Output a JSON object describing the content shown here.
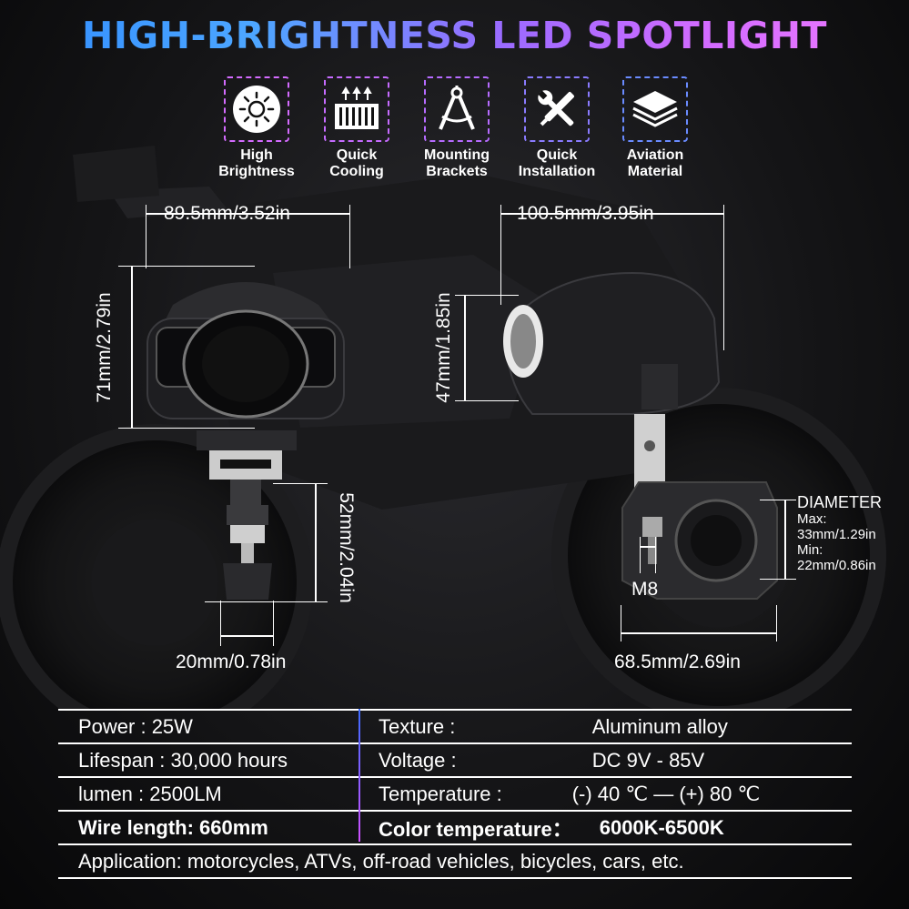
{
  "title": "HIGH-BRIGHTNESS LED SPOTLIGHT",
  "features": [
    {
      "icon": "sun-icon",
      "label": "High Brightness",
      "color": "#d46bff"
    },
    {
      "icon": "radiator-icon",
      "label": "Quick Cooling",
      "color": "#d46bff"
    },
    {
      "icon": "compass-icon",
      "label": "Mounting Brackets",
      "color": "#b66bff"
    },
    {
      "icon": "tools-icon",
      "label": "Quick Installation",
      "color": "#8a7bff"
    },
    {
      "icon": "layers-icon",
      "label": "Aviation Material",
      "color": "#6a8bff"
    }
  ],
  "dimensions": {
    "front_width": "89.5mm/3.52in",
    "front_height": "71mm/2.79in",
    "side_width": "100.5mm/3.95in",
    "side_height": "47mm/1.85in",
    "bracket_height": "52mm/2.04in",
    "bracket_width": "20mm/0.78in",
    "clamp_width": "68.5mm/2.69in",
    "bolt": "M8",
    "diameter_label": "DIAMETER",
    "diameter_max_label": "Max:",
    "diameter_max": "33mm/1.29in",
    "diameter_min_label": "Min:",
    "diameter_min": "22mm/0.86in"
  },
  "specs": {
    "power": "Power :  25W",
    "lifespan": "Lifespan : 30,000 hours",
    "lumen": "lumen :  2500LM",
    "wire": "Wire length: 660mm",
    "texture_label": "Texture :",
    "texture_value": "Aluminum alloy",
    "voltage_label": "Voltage :",
    "voltage_value": "DC 9V - 85V",
    "temp_label": "Temperature :",
    "temp_value": "(-) 40 ℃ — (+) 80 ℃",
    "color_temp_label": "Color temperature：",
    "color_temp_value": "6000K-6500K",
    "application": "Application: motorcycles, ATVs, off-road vehicles, bicycles, cars, etc."
  },
  "colors": {
    "accent_blue": "#3b6bff",
    "accent_purple": "#d050ff"
  }
}
